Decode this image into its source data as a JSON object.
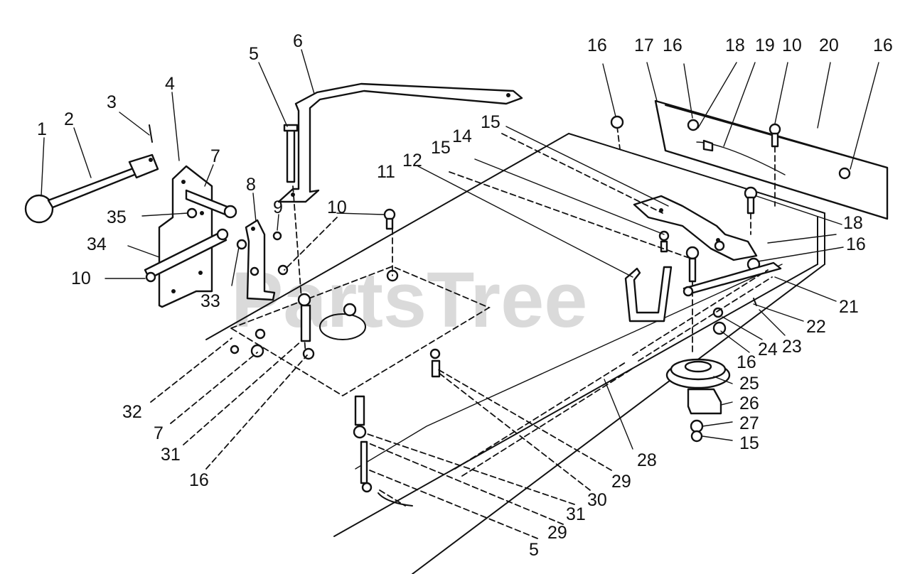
{
  "watermark": "PartsTree",
  "callouts": [
    {
      "id": "c1",
      "text": "1"
    },
    {
      "id": "c2",
      "text": "2"
    },
    {
      "id": "c3",
      "text": "3"
    },
    {
      "id": "c4",
      "text": "4"
    },
    {
      "id": "c5a",
      "text": "5"
    },
    {
      "id": "c6",
      "text": "6"
    },
    {
      "id": "c7a",
      "text": "7"
    },
    {
      "id": "c8",
      "text": "8"
    },
    {
      "id": "c9",
      "text": "9"
    },
    {
      "id": "c10a",
      "text": "10"
    },
    {
      "id": "c35",
      "text": "35"
    },
    {
      "id": "c34",
      "text": "34"
    },
    {
      "id": "c10b",
      "text": "10"
    },
    {
      "id": "c33",
      "text": "33"
    },
    {
      "id": "c11",
      "text": "11"
    },
    {
      "id": "c12",
      "text": "12"
    },
    {
      "id": "c15a",
      "text": "15"
    },
    {
      "id": "c14",
      "text": "14"
    },
    {
      "id": "c15b",
      "text": "15"
    },
    {
      "id": "c16a",
      "text": "16"
    },
    {
      "id": "c17",
      "text": "17"
    },
    {
      "id": "c16b",
      "text": "16"
    },
    {
      "id": "c18a",
      "text": "18"
    },
    {
      "id": "c19",
      "text": "19"
    },
    {
      "id": "c10c",
      "text": "10"
    },
    {
      "id": "c20",
      "text": "20"
    },
    {
      "id": "c16c",
      "text": "16"
    },
    {
      "id": "c18b",
      "text": "18"
    },
    {
      "id": "c16d",
      "text": "16"
    },
    {
      "id": "c21",
      "text": "21"
    },
    {
      "id": "c22",
      "text": "22"
    },
    {
      "id": "c23",
      "text": "23"
    },
    {
      "id": "c24",
      "text": "24"
    },
    {
      "id": "c16e",
      "text": "16"
    },
    {
      "id": "c25",
      "text": "25"
    },
    {
      "id": "c26",
      "text": "26"
    },
    {
      "id": "c27",
      "text": "27"
    },
    {
      "id": "c15c",
      "text": "15"
    },
    {
      "id": "c28",
      "text": "28"
    },
    {
      "id": "c29a",
      "text": "29"
    },
    {
      "id": "c30",
      "text": "30"
    },
    {
      "id": "c31a",
      "text": "31"
    },
    {
      "id": "c29b",
      "text": "29"
    },
    {
      "id": "c5b",
      "text": "5"
    },
    {
      "id": "c32",
      "text": "32"
    },
    {
      "id": "c7b",
      "text": "7"
    },
    {
      "id": "c31b",
      "text": "31"
    },
    {
      "id": "c16f",
      "text": "16"
    }
  ]
}
